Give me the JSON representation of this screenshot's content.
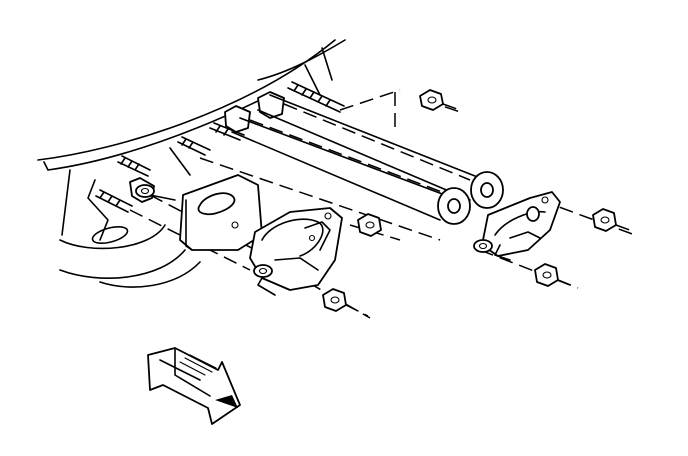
{
  "diagram": {
    "labels": [],
    "parts": {
      "frame_panel": "frame-rail-panel",
      "plates": [
        "spacer-plate",
        "mount-bracket-left",
        "mount-bracket-right"
      ],
      "tubes": [
        "spacer-tube-upper",
        "spacer-tube-lower"
      ],
      "fasteners": [
        "bolt",
        "nut",
        "washer"
      ]
    },
    "colors": {
      "ink": "#000000",
      "paper": "#ffffff"
    },
    "icons": {
      "direction": "front-arrow-icon"
    }
  }
}
